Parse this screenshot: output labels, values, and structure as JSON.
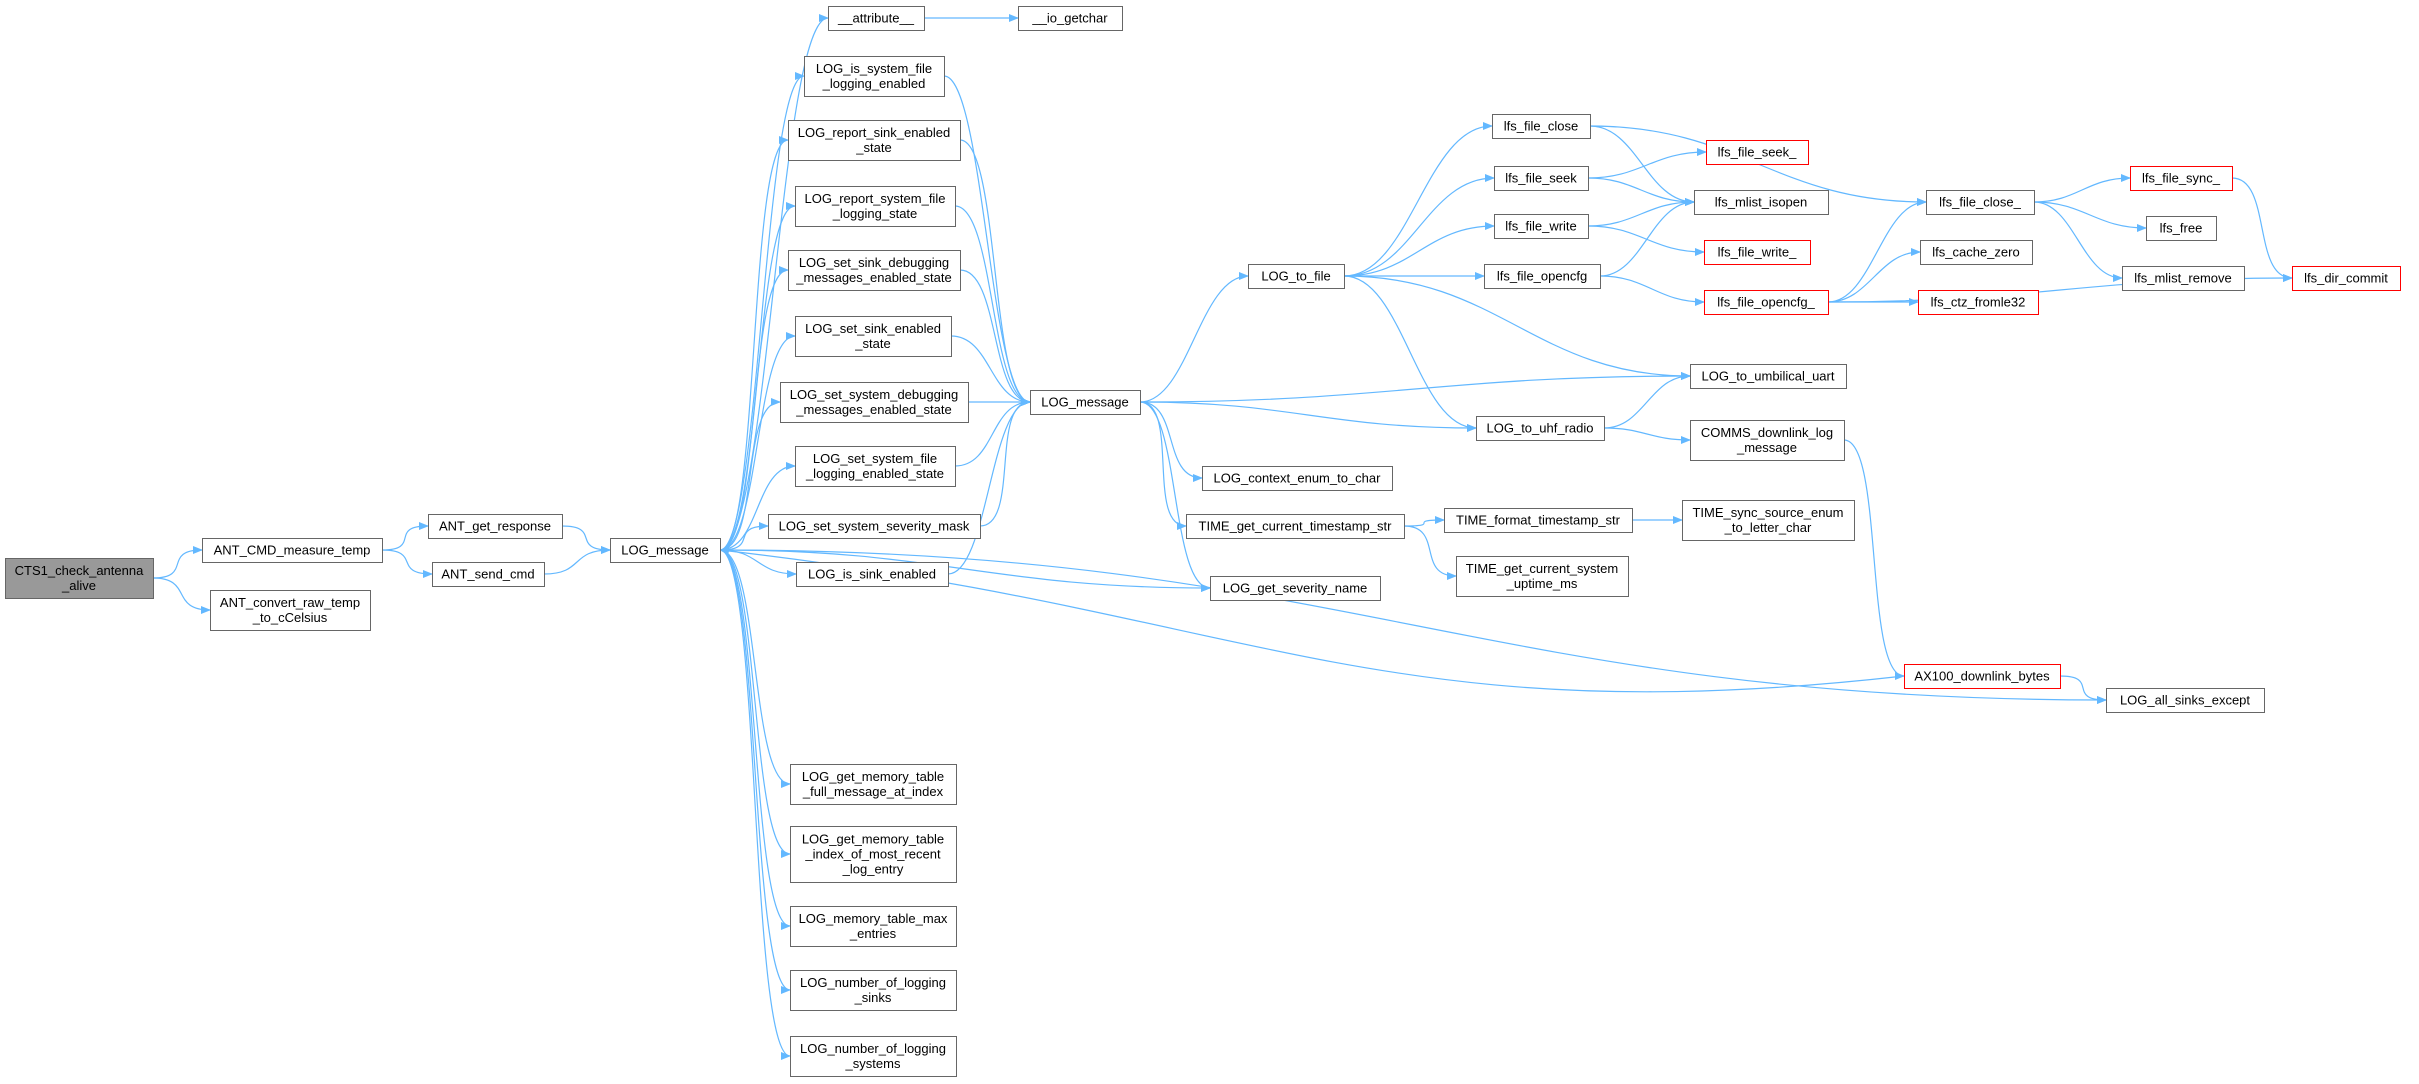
{
  "colors": {
    "edge": "#63b8ff",
    "node_border": "#666666",
    "node_fill": "#ffffff",
    "root_fill": "#999999",
    "truncated_border": "#ff0000",
    "text": "#000000"
  },
  "nodes": [
    {
      "id": "cts1",
      "lines": [
        "CTS1_check_antenna",
        "_alive"
      ],
      "kind": "root"
    },
    {
      "id": "ant_cmd_measure_temp",
      "lines": [
        "ANT_CMD_measure_temp"
      ],
      "kind": "normal"
    },
    {
      "id": "ant_convert_raw_temp",
      "lines": [
        "ANT_convert_raw_temp",
        "_to_cCelsius"
      ],
      "kind": "normal"
    },
    {
      "id": "ant_get_response",
      "lines": [
        "ANT_get_response"
      ],
      "kind": "normal"
    },
    {
      "id": "ant_send_cmd",
      "lines": [
        "ANT_send_cmd"
      ],
      "kind": "normal"
    },
    {
      "id": "log_message_main",
      "lines": [
        "LOG_message"
      ],
      "kind": "normal"
    },
    {
      "id": "attribute",
      "lines": [
        "__attribute__"
      ],
      "kind": "normal"
    },
    {
      "id": "io_getchar",
      "lines": [
        "__io_getchar"
      ],
      "kind": "normal"
    },
    {
      "id": "log_is_system_file",
      "lines": [
        "LOG_is_system_file",
        "_logging_enabled"
      ],
      "kind": "normal"
    },
    {
      "id": "log_report_sink",
      "lines": [
        "LOG_report_sink_enabled",
        "_state"
      ],
      "kind": "normal"
    },
    {
      "id": "log_report_system_file",
      "lines": [
        "LOG_report_system_file",
        "_logging_state"
      ],
      "kind": "normal"
    },
    {
      "id": "log_set_sink_debugging",
      "lines": [
        "LOG_set_sink_debugging",
        "_messages_enabled_state"
      ],
      "kind": "normal"
    },
    {
      "id": "log_set_sink_enabled",
      "lines": [
        "LOG_set_sink_enabled",
        "_state"
      ],
      "kind": "normal"
    },
    {
      "id": "log_set_system_debugging",
      "lines": [
        "LOG_set_system_debugging",
        "_messages_enabled_state"
      ],
      "kind": "normal"
    },
    {
      "id": "log_set_system_file",
      "lines": [
        "LOG_set_system_file",
        "_logging_enabled_state"
      ],
      "kind": "normal"
    },
    {
      "id": "log_set_system_severity",
      "lines": [
        "LOG_set_system_severity_mask"
      ],
      "kind": "normal"
    },
    {
      "id": "log_is_sink_enabled",
      "lines": [
        "LOG_is_sink_enabled"
      ],
      "kind": "normal"
    },
    {
      "id": "log_get_memory_full",
      "lines": [
        "LOG_get_memory_table",
        "_full_message_at_index"
      ],
      "kind": "normal"
    },
    {
      "id": "log_get_memory_index",
      "lines": [
        "LOG_get_memory_table",
        "_index_of_most_recent",
        "_log_entry"
      ],
      "kind": "normal"
    },
    {
      "id": "log_memory_table_max",
      "lines": [
        "LOG_memory_table_max",
        "_entries"
      ],
      "kind": "normal"
    },
    {
      "id": "log_number_sinks",
      "lines": [
        "LOG_number_of_logging",
        "_sinks"
      ],
      "kind": "normal"
    },
    {
      "id": "log_number_systems",
      "lines": [
        "LOG_number_of_logging",
        "_systems"
      ],
      "kind": "normal"
    },
    {
      "id": "log_message_2",
      "lines": [
        "LOG_message"
      ],
      "kind": "normal"
    },
    {
      "id": "log_to_file",
      "lines": [
        "LOG_to_file"
      ],
      "kind": "normal"
    },
    {
      "id": "log_context_enum",
      "lines": [
        "LOG_context_enum_to_char"
      ],
      "kind": "normal"
    },
    {
      "id": "time_get_current_ts",
      "lines": [
        "TIME_get_current_timestamp_str"
      ],
      "kind": "normal"
    },
    {
      "id": "log_get_severity",
      "lines": [
        "LOG_get_severity_name"
      ],
      "kind": "normal"
    },
    {
      "id": "lfs_file_close",
      "lines": [
        "lfs_file_close"
      ],
      "kind": "normal"
    },
    {
      "id": "lfs_file_seek",
      "lines": [
        "lfs_file_seek"
      ],
      "kind": "normal"
    },
    {
      "id": "lfs_file_write",
      "lines": [
        "lfs_file_write"
      ],
      "kind": "normal"
    },
    {
      "id": "lfs_file_opencfg",
      "lines": [
        "lfs_file_opencfg"
      ],
      "kind": "normal"
    },
    {
      "id": "log_to_uhf_radio",
      "lines": [
        "LOG_to_uhf_radio"
      ],
      "kind": "normal"
    },
    {
      "id": "time_format_ts",
      "lines": [
        "TIME_format_timestamp_str"
      ],
      "kind": "normal"
    },
    {
      "id": "time_get_current_uptime",
      "lines": [
        "TIME_get_current_system",
        "_uptime_ms"
      ],
      "kind": "normal"
    },
    {
      "id": "lfs_file_seek_",
      "lines": [
        "lfs_file_seek_"
      ],
      "kind": "truncated"
    },
    {
      "id": "lfs_mlist_isopen",
      "lines": [
        "lfs_mlist_isopen"
      ],
      "kind": "normal"
    },
    {
      "id": "lfs_file_write_",
      "lines": [
        "lfs_file_write_"
      ],
      "kind": "truncated"
    },
    {
      "id": "lfs_file_opencfg_",
      "lines": [
        "lfs_file_opencfg_"
      ],
      "kind": "truncated"
    },
    {
      "id": "log_to_umbilical",
      "lines": [
        "LOG_to_umbilical_uart"
      ],
      "kind": "normal"
    },
    {
      "id": "comms_downlink",
      "lines": [
        "COMMS_downlink_log",
        "_message"
      ],
      "kind": "normal"
    },
    {
      "id": "time_sync_source",
      "lines": [
        "TIME_sync_source_enum",
        "_to_letter_char"
      ],
      "kind": "normal"
    },
    {
      "id": "ax100_downlink",
      "lines": [
        "AX100_downlink_bytes"
      ],
      "kind": "truncated"
    },
    {
      "id": "lfs_file_close_",
      "lines": [
        "lfs_file_close_"
      ],
      "kind": "normal"
    },
    {
      "id": "lfs_cache_zero",
      "lines": [
        "lfs_cache_zero"
      ],
      "kind": "normal"
    },
    {
      "id": "lfs_ctz_fromle32",
      "lines": [
        "lfs_ctz_fromle32"
      ],
      "kind": "truncated"
    },
    {
      "id": "lfs_file_sync_",
      "lines": [
        "lfs_file_sync_"
      ],
      "kind": "truncated"
    },
    {
      "id": "lfs_free",
      "lines": [
        "lfs_free"
      ],
      "kind": "normal"
    },
    {
      "id": "lfs_mlist_remove",
      "lines": [
        "lfs_mlist_remove"
      ],
      "kind": "normal"
    },
    {
      "id": "log_all_sinks_except",
      "lines": [
        "LOG_all_sinks_except"
      ],
      "kind": "normal"
    },
    {
      "id": "lfs_dir_commit",
      "lines": [
        "lfs_dir_commit"
      ],
      "kind": "truncated"
    }
  ],
  "edges": [
    [
      "cts1",
      "ant_cmd_measure_temp"
    ],
    [
      "cts1",
      "ant_convert_raw_temp"
    ],
    [
      "ant_cmd_measure_temp",
      "ant_get_response"
    ],
    [
      "ant_cmd_measure_temp",
      "ant_send_cmd"
    ],
    [
      "ant_get_response",
      "log_message_main"
    ],
    [
      "ant_send_cmd",
      "log_message_main"
    ],
    [
      "log_message_main",
      "attribute"
    ],
    [
      "log_message_main",
      "log_is_system_file"
    ],
    [
      "log_message_main",
      "log_report_sink"
    ],
    [
      "log_message_main",
      "log_report_system_file"
    ],
    [
      "log_message_main",
      "log_set_sink_debugging"
    ],
    [
      "log_message_main",
      "log_set_sink_enabled"
    ],
    [
      "log_message_main",
      "log_set_system_debugging"
    ],
    [
      "log_message_main",
      "log_set_system_file"
    ],
    [
      "log_message_main",
      "log_set_system_severity"
    ],
    [
      "log_message_main",
      "log_is_sink_enabled"
    ],
    [
      "log_message_main",
      "log_get_severity"
    ],
    [
      "log_message_main",
      "log_all_sinks_except"
    ],
    [
      "log_message_main",
      "log_get_memory_full"
    ],
    [
      "log_message_main",
      "log_get_memory_index"
    ],
    [
      "log_message_main",
      "log_memory_table_max"
    ],
    [
      "log_message_main",
      "log_number_sinks"
    ],
    [
      "log_message_main",
      "log_number_systems"
    ],
    [
      "attribute",
      "io_getchar"
    ],
    [
      "log_is_system_file",
      "log_message_2"
    ],
    [
      "log_report_sink",
      "log_message_2"
    ],
    [
      "log_report_system_file",
      "log_message_2"
    ],
    [
      "log_set_sink_debugging",
      "log_message_2"
    ],
    [
      "log_set_sink_enabled",
      "log_message_2"
    ],
    [
      "log_set_system_debugging",
      "log_message_2"
    ],
    [
      "log_set_system_file",
      "log_message_2"
    ],
    [
      "log_set_system_severity",
      "log_message_2"
    ],
    [
      "log_is_sink_enabled",
      "log_message_2"
    ],
    [
      "log_message_2",
      "log_to_file"
    ],
    [
      "log_message_2",
      "log_context_enum"
    ],
    [
      "log_message_2",
      "time_get_current_ts"
    ],
    [
      "log_message_2",
      "log_get_severity"
    ],
    [
      "log_message_2",
      "log_to_umbilical"
    ],
    [
      "log_message_2",
      "log_to_uhf_radio"
    ],
    [
      "log_to_file",
      "lfs_file_close"
    ],
    [
      "log_to_file",
      "lfs_file_seek"
    ],
    [
      "log_to_file",
      "lfs_file_write"
    ],
    [
      "log_to_file",
      "lfs_file_opencfg"
    ],
    [
      "log_to_file",
      "log_to_umbilical"
    ],
    [
      "log_to_file",
      "log_to_uhf_radio"
    ],
    [
      "lfs_file_close",
      "lfs_mlist_isopen"
    ],
    [
      "lfs_file_close",
      "lfs_file_close_"
    ],
    [
      "lfs_file_seek",
      "lfs_file_seek_"
    ],
    [
      "lfs_file_seek",
      "lfs_mlist_isopen"
    ],
    [
      "lfs_file_write",
      "lfs_mlist_isopen"
    ],
    [
      "lfs_file_write",
      "lfs_file_write_"
    ],
    [
      "lfs_file_opencfg",
      "lfs_mlist_isopen"
    ],
    [
      "lfs_file_opencfg",
      "lfs_file_opencfg_"
    ],
    [
      "lfs_file_opencfg_",
      "lfs_file_close_"
    ],
    [
      "lfs_file_opencfg_",
      "lfs_cache_zero"
    ],
    [
      "lfs_file_opencfg_",
      "lfs_ctz_fromle32"
    ],
    [
      "lfs_file_opencfg_",
      "lfs_dir_commit"
    ],
    [
      "lfs_file_close_",
      "lfs_file_sync_"
    ],
    [
      "lfs_file_close_",
      "lfs_free"
    ],
    [
      "lfs_file_close_",
      "lfs_mlist_remove"
    ],
    [
      "lfs_file_sync_",
      "lfs_dir_commit"
    ],
    [
      "log_to_uhf_radio",
      "log_to_umbilical"
    ],
    [
      "log_to_uhf_radio",
      "comms_downlink"
    ],
    [
      "comms_downlink",
      "ax100_downlink"
    ],
    [
      "ax100_downlink",
      "log_message_main"
    ],
    [
      "ax100_downlink",
      "log_all_sinks_except"
    ],
    [
      "time_get_current_ts",
      "time_format_ts"
    ],
    [
      "time_get_current_ts",
      "time_get_current_uptime"
    ],
    [
      "time_format_ts",
      "time_sync_source"
    ]
  ]
}
